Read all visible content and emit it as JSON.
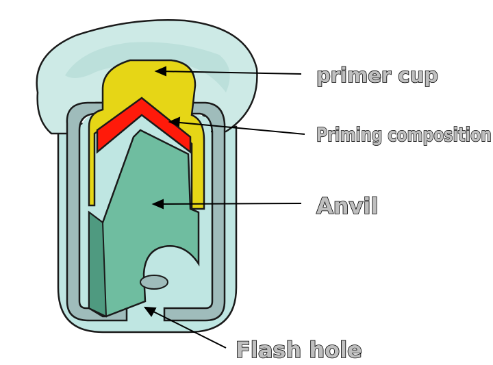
{
  "labels": {
    "primer_cup": "primer cup",
    "priming_composition": "Priming composition",
    "anvil": "Anvil",
    "flash_hole": "Flash hole"
  },
  "colors": {
    "background": "#ffffff",
    "casing_outer": "#bfe6e2",
    "casing_wall": "#9fbcbb",
    "rim_top": "#cdeae6",
    "primer_cup": "#e6d616",
    "priming_composition": "#ff1a0a",
    "anvil": "#6fbda0",
    "anvil_dark": "#4f9a80",
    "interior": "#bfe6e2",
    "outline": "#1a1a1a",
    "label_fill": "#bfbfbf"
  }
}
